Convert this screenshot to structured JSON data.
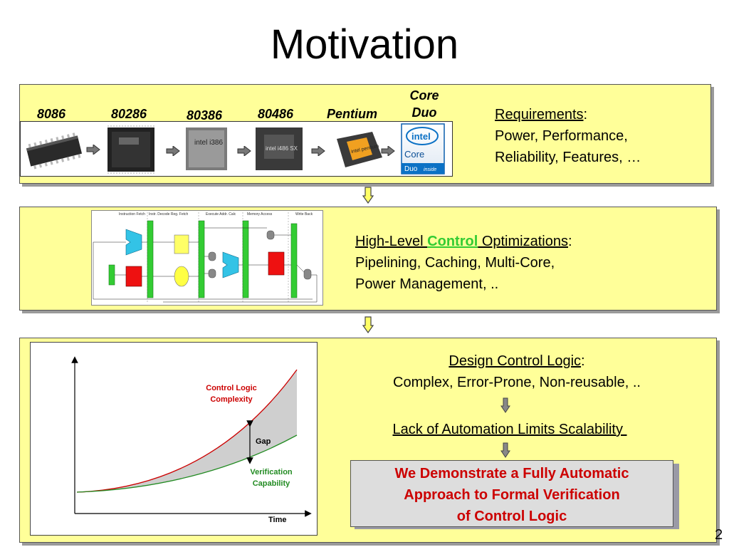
{
  "slide": {
    "title": "Motivation",
    "page_number": "2"
  },
  "panel1": {
    "chips": [
      {
        "label": "8086"
      },
      {
        "label": "80286"
      },
      {
        "label": "80386"
      },
      {
        "label": "80486"
      },
      {
        "label": "Pentium"
      },
      {
        "label": "Core Duo"
      }
    ],
    "chip_text": {
      "c386": "intel i386",
      "c486": "intel i486 SX",
      "pentium": "intel pentium",
      "intel_logo": "intel",
      "core": "Core",
      "duo": "Duo",
      "inside": "inside"
    },
    "req_heading": "Requirements",
    "req_colon": ":",
    "req_line1": "Power, Performance,",
    "req_line2": "Reliability, Features, …"
  },
  "panel2": {
    "diagram_stages": [
      "Instruction Fetch",
      "Instr. Decode Reg. Fetch",
      "Execute Addr. Calc",
      "Memory Access",
      "Write Back"
    ],
    "heading_part1": "High-Level ",
    "heading_control": "Control",
    "heading_part2": " Optimizations",
    "heading_colon": ":",
    "line1": "Pipelining, Caching, Multi-Core,",
    "line2": "Power Management, .."
  },
  "panel3": {
    "graph": {
      "control_label_1": "Control Logic",
      "control_label_2": "Complexity",
      "gap_label": "Gap",
      "verif_label_1": "Verification",
      "verif_label_2": "Capability",
      "x_label": "Time"
    },
    "design_heading": "Design Control Logic",
    "design_colon": ":",
    "design_line": "Complex, Error-Prone, Non-reusable, ..",
    "lack_line": "Lack of Automation Limits Scalability ",
    "result_line1": "We Demonstrate a Fully Automatic",
    "result_line2": "Approach to Formal Verification",
    "result_line3": "of Control Logic"
  },
  "colors": {
    "panel_bg": "#ffff99",
    "control_green": "#33cc33",
    "result_red": "#cc0000",
    "curve_red": "#cc0000",
    "curve_green": "#228b22"
  }
}
